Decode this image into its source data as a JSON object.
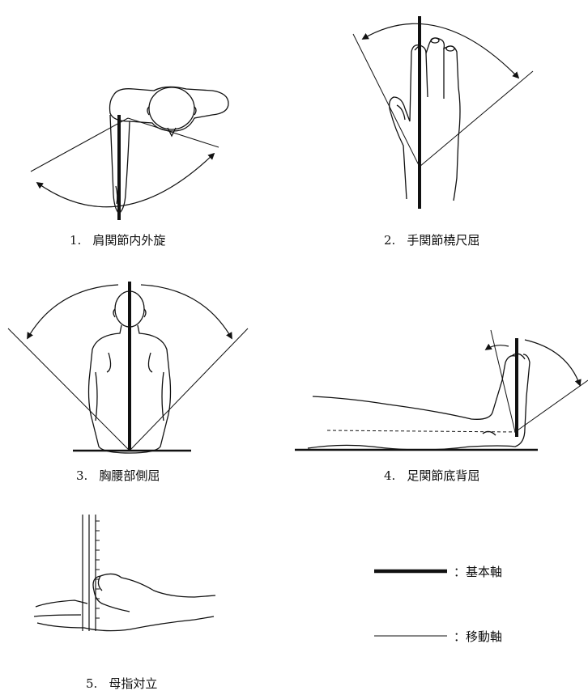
{
  "figures": [
    {
      "number": "1.",
      "label": "肩関節内外旋"
    },
    {
      "number": "2.",
      "label": "手関節橈尺屈"
    },
    {
      "number": "3.",
      "label": "胸腰部側屈"
    },
    {
      "number": "4.",
      "label": "足関節底背屈"
    },
    {
      "number": "5.",
      "label": "母指対立"
    }
  ],
  "legend": {
    "basic_axis": "：基本軸",
    "moving_axis": "：移動軸"
  }
}
